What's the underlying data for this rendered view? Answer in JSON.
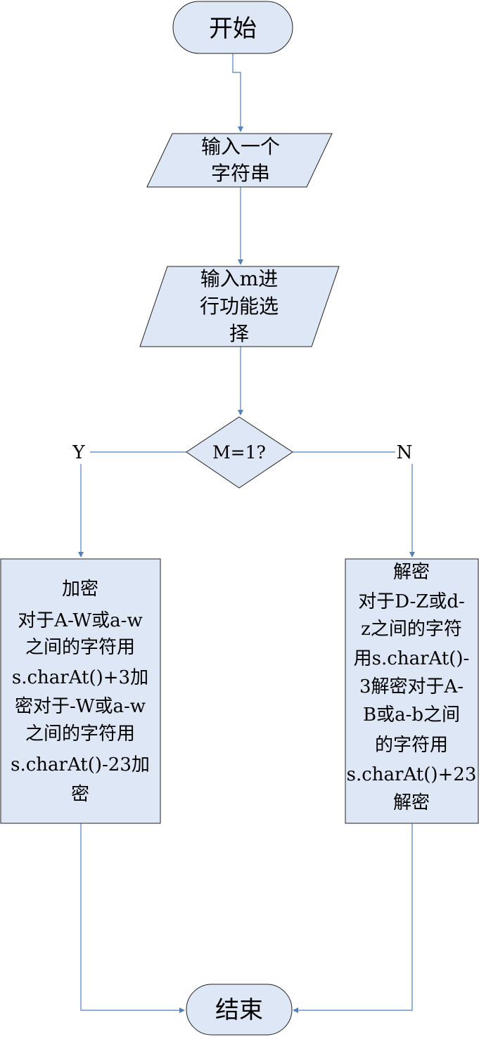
{
  "nodes": {
    "start": {
      "label": "开始"
    },
    "input_string": {
      "lines": [
        "输入一个",
        "字符串"
      ]
    },
    "input_m": {
      "lines": [
        "输入m进",
        "行功能选",
        "择"
      ]
    },
    "decision": {
      "label": "M=1?"
    },
    "encrypt": {
      "lines": [
        "加密",
        "对于A-W或a-w",
        "之间的字符用",
        "s.charAt()+3加",
        "密对于-W或a-w",
        "之间的字符用",
        "s.charAt()-23加",
        "密"
      ]
    },
    "decrypt": {
      "lines": [
        "解密",
        "对于D-Z或d-",
        "z之间的字符",
        "用s.charAt()-",
        "3解密对于A-",
        "B或a-b之间",
        "的字符用",
        "s.charAt()+23",
        "解密"
      ]
    },
    "end": {
      "label": "结束"
    }
  },
  "branches": {
    "yes_label": "Y",
    "no_label": "N"
  },
  "colors": {
    "shape_fill": "#dee7f5",
    "shape_stroke": "#222222",
    "connector": "#4f81bd"
  }
}
